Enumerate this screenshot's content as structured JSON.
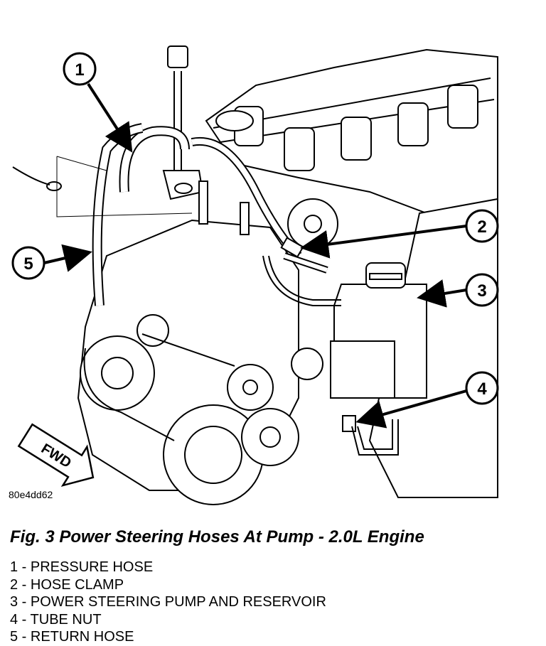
{
  "figure": {
    "image_id": "80e4dd62",
    "caption": "Fig. 3 Power Steering Hoses At Pump - 2.0L Engine",
    "fwd_label": "FWD",
    "callouts": [
      "1",
      "2",
      "3",
      "4",
      "5"
    ],
    "legend": [
      "1 - PRESSURE HOSE",
      "2 - HOSE CLAMP",
      "3 - POWER STEERING PUMP AND RESERVOIR",
      "4 - TUBE NUT",
      "5 - RETURN HOSE"
    ]
  }
}
